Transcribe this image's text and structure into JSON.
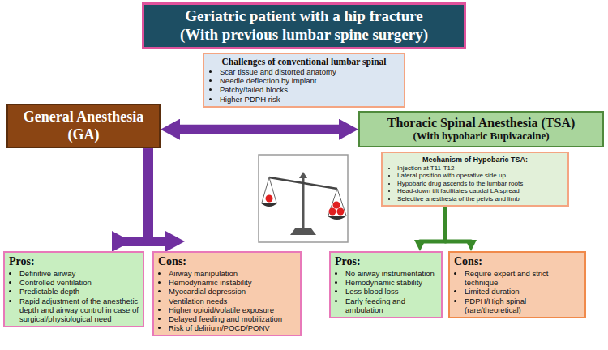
{
  "diagram": {
    "nodes": [
      {
        "text": [
          "Geriatric patient with a hip fracture",
          "(With previous lumbar spine surgery)"
        ]
      },
      {
        "text": [
          "Challenges of conventional lumbar spinal",
          "Scar tissue and distorted anatomy",
          "Needle deflection by implant",
          "Patchy/failed blocks",
          "Higher PDPH risk"
        ]
      },
      {
        "text": [
          "General Anesthesia (GA)"
        ]
      },
      {
        "text": [
          "Thoracic Spinal Anesthesia (TSA)",
          "(With hypobaric Bupivacaine)"
        ]
      },
      {
        "text": [
          "Mechanism of Hypobaric TSA:",
          "Injection at T11-T12",
          "Lateral position with operative side up",
          "Hypobaric drug ascends to the lumbar roots",
          "Head-down tilt facilitates caudal LA spread",
          "Selective anesthesia of the pelvis and limb"
        ]
      },
      {
        "text": [
          "Pros:",
          "Definitive airway",
          "Controlled ventilation",
          "Predictable depth",
          "Rapid adjustment of the anesthetic depth and airway control in case of surgical/physiological need"
        ]
      },
      {
        "text": [
          "Cons:",
          "Airway manipulation",
          "Hemodynamic instability",
          "Myocardial depression",
          "Ventilation needs",
          "Higher opioid/volatile exposure",
          "Delayed feeding and mobilization",
          "Risk of delirium/POCD/PONV"
        ]
      },
      {
        "text": [
          "Pros:",
          "No airway instrumentation",
          "Hemodynamic stability",
          "Less blood loss",
          "Early feeding and ambulation"
        ]
      },
      {
        "text": [
          "Cons:",
          "Require expert and strict technique",
          "Limited duration",
          "PDPH/High spinal (rare/theoretical)"
        ]
      }
    ],
    "edges": [
      {
        "from": 2,
        "to": 3,
        "arrow": "both"
      },
      {
        "from": 2,
        "to": 5,
        "arrow": "to"
      },
      {
        "from": 2,
        "to": 6,
        "arrow": "to"
      },
      {
        "from": 4,
        "to": 7,
        "arrow": "to"
      },
      {
        "from": 4,
        "to": 8,
        "arrow": "to"
      }
    ]
  }
}
